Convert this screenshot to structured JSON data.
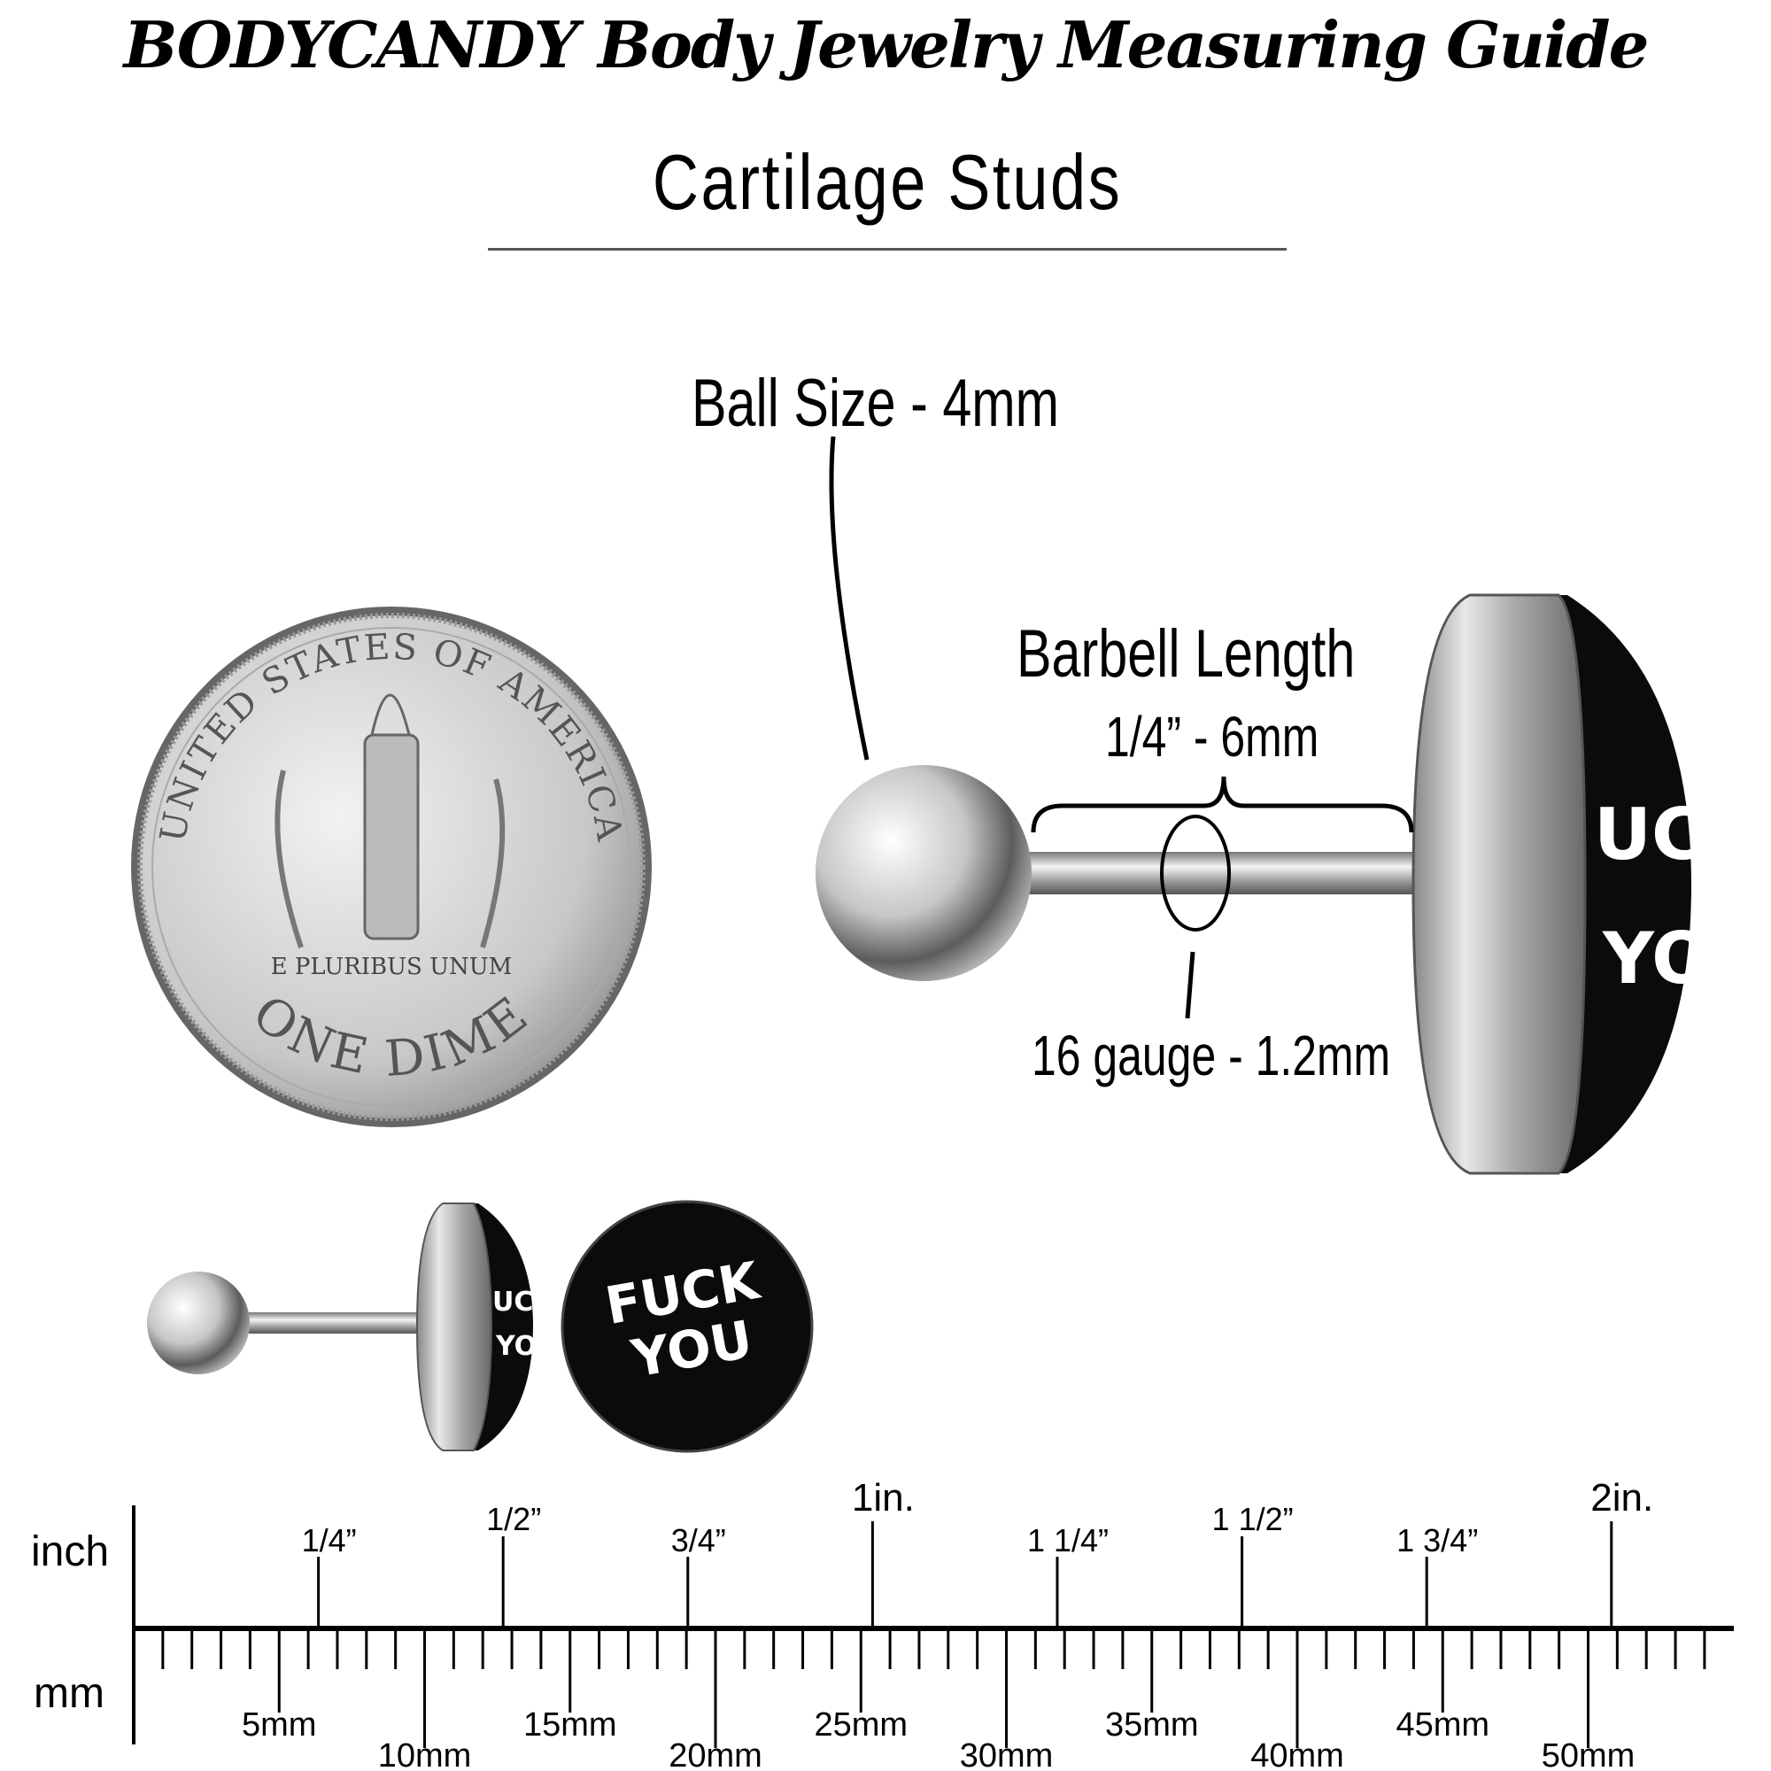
{
  "header": {
    "title": "BODYCANDY Body Jewelry Measuring Guide",
    "subtitle": "Cartilage Studs"
  },
  "annotations": {
    "ball_size": "Ball Size - 4mm",
    "barbell_length": "Barbell Length",
    "barbell_length_value": "1/4” - 6mm",
    "gauge": "16 gauge - 1.2mm"
  },
  "coin": {
    "top_text": "UNITED STATES OF AMERICA",
    "motto": "E PLURIBUS UNUM",
    "bottom_text": "ONE DIME"
  },
  "product": {
    "logo_text": "FUCK YOU",
    "colors": {
      "steel": "#c9cbcd",
      "logo_bg": "#0b0b0b",
      "logo_text": "#ffffff"
    }
  },
  "ruler": {
    "inch_label": "inch",
    "mm_label": "mm",
    "inch_ticks": [
      {
        "inches": 0.25,
        "label": "1/4”"
      },
      {
        "inches": 0.5,
        "label": "1/2”"
      },
      {
        "inches": 0.75,
        "label": "3/4”"
      },
      {
        "inches": 1,
        "label": "1in."
      },
      {
        "inches": 1.25,
        "label": "1 1/4”"
      },
      {
        "inches": 1.5,
        "label": "1 1/2”"
      },
      {
        "inches": 1.75,
        "label": "1 3/4”"
      },
      {
        "inches": 2,
        "label": "2in."
      }
    ],
    "mm_labels": [
      "5mm",
      "10mm",
      "15mm",
      "20mm",
      "25mm",
      "30mm",
      "35mm",
      "40mm",
      "45mm",
      "50mm"
    ],
    "mm_max": 54
  }
}
